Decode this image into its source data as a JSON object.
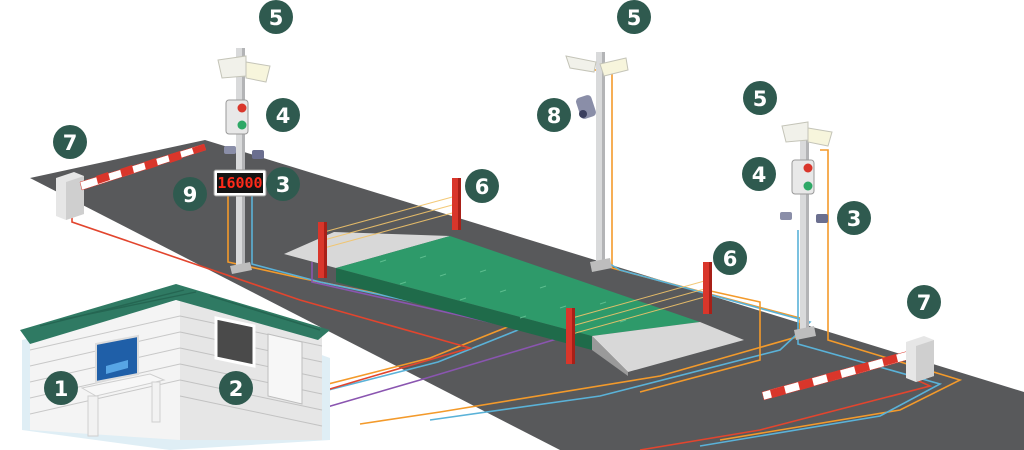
{
  "display": {
    "value": "16000"
  },
  "callouts": {
    "computer": "1",
    "printer": "2",
    "camera_left": "3",
    "camera_right": "3",
    "traffic_light_left": "4",
    "traffic_light_right": "4",
    "lamp_left": "5",
    "lamp_center": "5",
    "lamp_right": "5",
    "sensor_far": "6",
    "sensor_near": "6",
    "barrier_left": "7",
    "barrier_right": "7",
    "overview_camera": "8",
    "display": "9"
  },
  "colors": {
    "road": "#58595b",
    "platform": "#2e9a6a",
    "approach": "#d8d8d8",
    "badge": "#2f5a4f",
    "sensor": "#d9362b",
    "roof": "#2f7a63",
    "wire_orange": "#f39a2b",
    "wire_blue": "#5ab2d8",
    "wire_purple": "#8a55b0",
    "wire_red": "#e2452e"
  }
}
